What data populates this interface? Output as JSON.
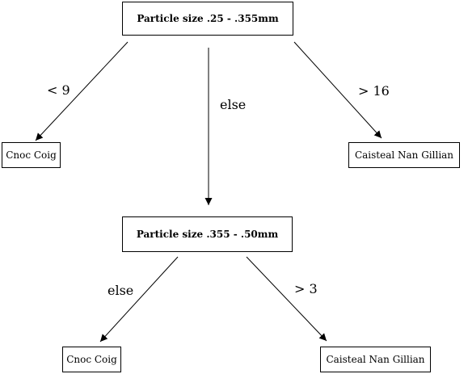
{
  "nodes": {
    "root": "Particle size .25 - .355mm",
    "second": "Particle size .355  -  .50mm",
    "leaf_top_left": "Cnoc Coig",
    "leaf_top_right": "Caisteal Nan Gillian",
    "leaf_bottom_left": "Cnoc Coig",
    "leaf_bottom_right": "Caisteal Nan Gillian"
  },
  "edge_labels": {
    "root_left": "< 9",
    "root_middle": "else",
    "root_right": "> 16",
    "second_left": "else",
    "second_right": "> 3"
  }
}
